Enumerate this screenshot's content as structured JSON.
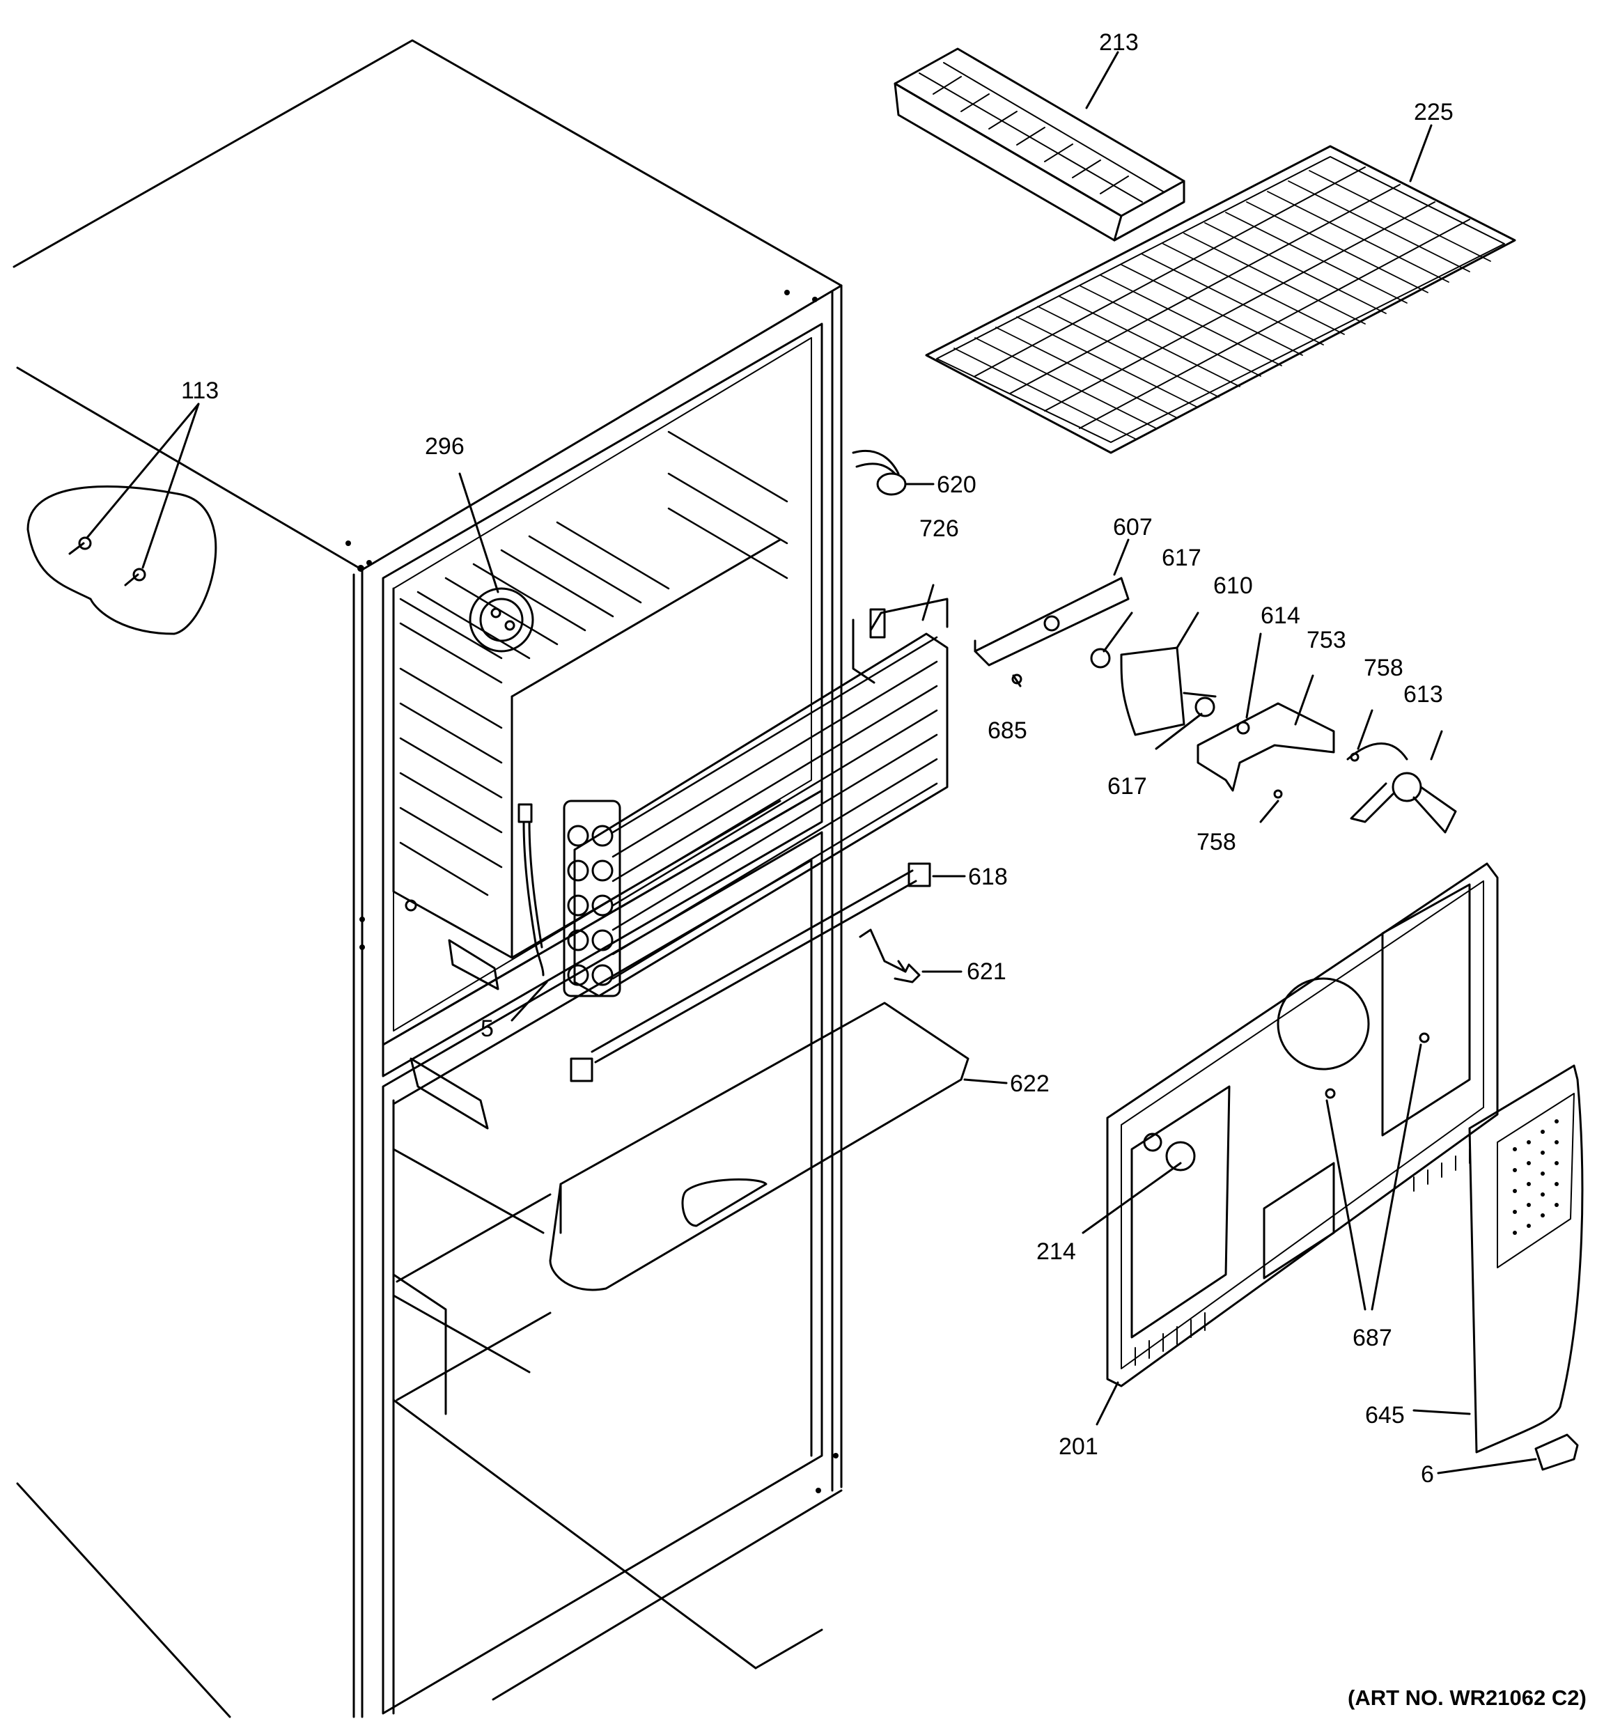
{
  "diagram": {
    "art_number": "(ART NO. WR21062 C2)",
    "callouts": {
      "c113": "113",
      "c213": "213",
      "c225": "225",
      "c296": "296",
      "c620": "620",
      "c726": "726",
      "c607": "607",
      "c617a": "617",
      "c610": "610",
      "c614": "614",
      "c753": "753",
      "c758a": "758",
      "c613": "613",
      "c685": "685",
      "c617b": "617",
      "c758b": "758",
      "c618": "618",
      "c621": "621",
      "c5": "5",
      "c622": "622",
      "c214": "214",
      "c687": "687",
      "c201": "201",
      "c645": "645",
      "c6": "6"
    }
  }
}
